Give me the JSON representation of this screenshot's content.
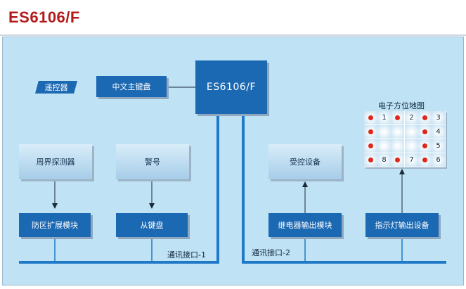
{
  "title": "ES6106/F",
  "diagram": {
    "remote": "遥控器",
    "main_keyboard": "中文主键盘",
    "main_unit": "ES6106/F",
    "perimeter_detector": "周界探测器",
    "alarm": "警号",
    "zone_expansion": "防区扩展模块",
    "slave_keyboard": "从键盘",
    "controlled_device": "受控设备",
    "relay_output": "继电器输出模块",
    "indicator_output": "指示灯输出设备",
    "bus1": "通讯接口-1",
    "bus2": "通讯接口-2",
    "map_title": "电子方位地图",
    "map_labels": [
      "1",
      "2",
      "3",
      "4",
      "5",
      "8",
      "7",
      "6"
    ]
  },
  "colors": {
    "title": "#b31b1b",
    "panel": "#bfe3f4",
    "box_dark": "#1c69b3",
    "bus": "#1f78c8",
    "dot": "#e0261b"
  }
}
